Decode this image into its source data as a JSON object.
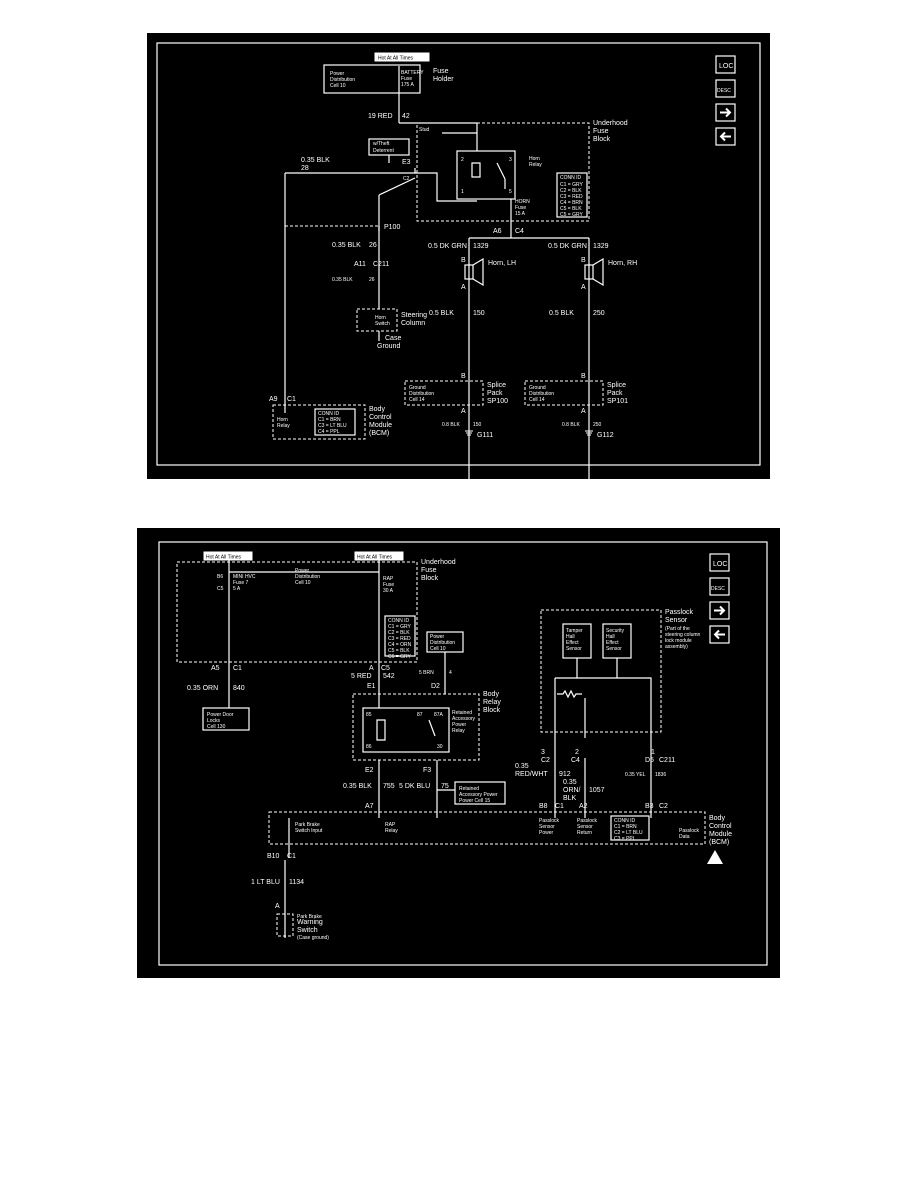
{
  "nav": {
    "loc": "LOC",
    "desc": "DESC"
  },
  "d1": {
    "hot": "Hot At All Times",
    "pd1": "Power",
    "pd2": "Distribution",
    "pd3": "Cell 10",
    "bat1": "BATTERY",
    "bat2": "Fuse",
    "bat3": "175 A",
    "fh1": "Fuse",
    "fh2": "Holder",
    "w19": "19 RED",
    "w42": "42",
    "ub1": "Underhood",
    "ub2": "Fuse",
    "ub3": "Block",
    "stud": "Stud",
    "theft1": "w/Theft",
    "theft2": "Deterrent",
    "w035": "0.35 BLK",
    "w28": "28",
    "e3": "E3",
    "c2": "C2",
    "hr1": "Horn",
    "hr2": "Relay",
    "p2": "2",
    "p3": "3",
    "p1": "1",
    "p5": "5",
    "conn": "CONN ID",
    "conn_items": [
      "C1 = GRY",
      "C2 = BLK",
      "C3 = RED",
      "C4 = BRN",
      "C5 = BLK",
      "C5 = GRY"
    ],
    "hf1": "HORN",
    "hf2": "Fuse",
    "hf3": "15 A",
    "a6": "A6",
    "c4": "C4",
    "p100": "P100",
    "w26a": "0.35 BLK",
    "w26b": "26",
    "dg1": "0.5 DK GRN",
    "dg1n": "1329",
    "dg2": "0.5 DK GRN",
    "dg2n": "1329",
    "b1": "B",
    "b2": "B",
    "hlh": "Horn, LH",
    "hrh": "Horn, RH",
    "a1": "A",
    "a2": "A",
    "a11": "A11",
    "c211": "C211",
    "w26c": "0.35 BLK",
    "w26d": "26",
    "hs1": "Horn",
    "hs2": "Switch",
    "sc1": "Steering",
    "sc2": "Column",
    "cg1": "Case",
    "cg2": "Ground",
    "w150a": "0.5 BLK",
    "w150b": "150",
    "w250a": "0.5 BLK",
    "w250b": "250",
    "b3": "B",
    "b4": "B",
    "gd1": "Ground",
    "gd2": "Distribution",
    "gd3": "Cell 14",
    "gd4": "Ground",
    "gd5": "Distribution",
    "gd6": "Cell 14",
    "sp1": "Splice",
    "sp2": "Pack",
    "sp3": "SP100",
    "sp4": "Splice",
    "sp5": "Pack",
    "sp6": "SP101",
    "a3": "A",
    "a4": "A",
    "w150c": "0.8 BLK",
    "w150d": "150",
    "w250c": "0.8 BLK",
    "w250d": "250",
    "g111": "G111",
    "g112": "G112",
    "a9": "A9",
    "c1": "C1",
    "bconn": "CONN ID",
    "bconn_items": [
      "C1 = BRN",
      "C3 = LT BLU",
      "C4 = PPL"
    ],
    "hrelay1": "Horn",
    "hrelay2": "Relay",
    "bcm1": "Body",
    "bcm2": "Control",
    "bcm3": "Module",
    "bcm4": "(BCM)"
  },
  "d2": {
    "hot1": "Hot At All Times",
    "hot2": "Hot At All Times",
    "uf1": "Underhood",
    "uf2": "Fuse",
    "uf3": "Block",
    "b6": "B6",
    "c5a": "C5",
    "mf1": "MINI HVC",
    "mf2": "Fuse 7",
    "mf3": "5 A",
    "pd1": "Power",
    "pd2": "Distribution",
    "pd3": "Cell 10",
    "rap1": "RAP",
    "rap2": "Fuse",
    "rap3": "30 A",
    "conn": "CONN ID",
    "conn_items": [
      "C1 = GRY",
      "C2 = BLK",
      "C3 = RED",
      "C4 = ORN",
      "C5 = BLK",
      "C6 = GRY"
    ],
    "pdb1": "Power",
    "pdb2": "Distribution",
    "pdb3": "Cell 10",
    "a5": "A5",
    "c1a": "C1",
    "orn": "0.35 ORN",
    "n840": "840",
    "pdl1": "Power Door",
    "pdl2": "Locks",
    "pdl3": "Cell 130",
    "a": "A",
    "c5b": "C5",
    "red": "5 RED",
    "n542": "542",
    "brn": "5 BRN",
    "n4": "4",
    "e1": "E1",
    "d2": "D2",
    "brb1": "Body",
    "brb2": "Relay",
    "brb3": "Block",
    "r85": "85",
    "r87": "87",
    "r87a": "87A",
    "r86": "86",
    "r30": "30",
    "rap4": "Retained",
    "rap5": "Accessory",
    "rap6": "Power",
    "rap7": "Relay",
    "e2": "E2",
    "f3": "F3",
    "blk": "0.35 BLK",
    "n755": "755",
    "dkblu": "5 DK BLU",
    "n75": "75",
    "rapc1": "Retained",
    "rapc2": "Accessory Power",
    "rapc3": "Power Cell 15",
    "pls1": "Passlock",
    "pls2": "Sensor",
    "pls3": "(Part of the",
    "pls4": "steering column",
    "pls5": "lock module",
    "pls6": "assembly)",
    "the1": "Tamper",
    "the2": "Hall",
    "the3": "Effect",
    "the4": "Sensor",
    "she1": "Security",
    "she2": "Hall",
    "she3": "Effect",
    "she4": "Sensor",
    "p3": "3",
    "p2": "2",
    "p1": "1",
    "c2a": "C2",
    "c4": "C4",
    "d5": "D5",
    "c211": "C211",
    "rw1": "0.35",
    "rw2": "RED/WHT",
    "n912": "912",
    "ob1": "0.35",
    "ob2": "ORN/",
    "ob3": "BLK",
    "n1057": "1057",
    "yel": "0.35 YEL",
    "n1836": "1836",
    "a7": "A7",
    "b8": "B8",
    "c1b": "C1",
    "a2": "A2",
    "b3": "B3",
    "c2b": "C2",
    "pbs1": "Park Brake",
    "pbs2": "Switch Input",
    "rapr1": "RAP",
    "rapr2": "Relay",
    "psp1": "Passlock",
    "psp2": "Sensor",
    "psp3": "Power",
    "psr1": "Passlock",
    "psr2": "Sensor",
    "psr3": "Return",
    "bconn": "CONN ID",
    "bconn_items": [
      "C1 = BRN",
      "C2 = LT BLU",
      "C3 = PPL"
    ],
    "pld1": "Passlock",
    "pld2": "Data",
    "bcm1": "Body",
    "bcm2": "Control",
    "bcm3": "Module",
    "bcm4": "(BCM)",
    "b10": "B10",
    "c1c": "C1",
    "ltblu": "1 LT BLU",
    "n1134": "1134",
    "pa": "A",
    "pbw1": "Park Brake",
    "pbw2": "Warning",
    "pbw3": "Switch",
    "pbw4": "(Case ground)"
  }
}
